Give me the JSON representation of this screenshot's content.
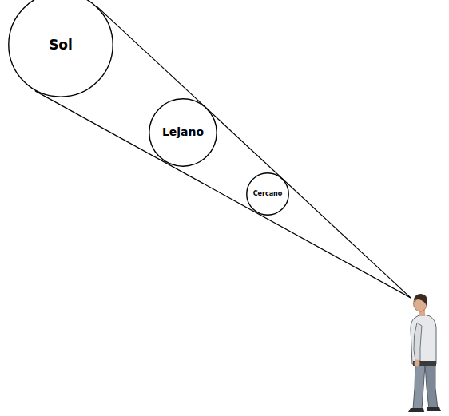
{
  "diagram": {
    "nodes": [
      {
        "text": [
          "Sol"
        ]
      },
      {
        "text": [
          "Lejano"
        ]
      },
      {
        "text": [
          "Cercano"
        ]
      }
    ]
  }
}
